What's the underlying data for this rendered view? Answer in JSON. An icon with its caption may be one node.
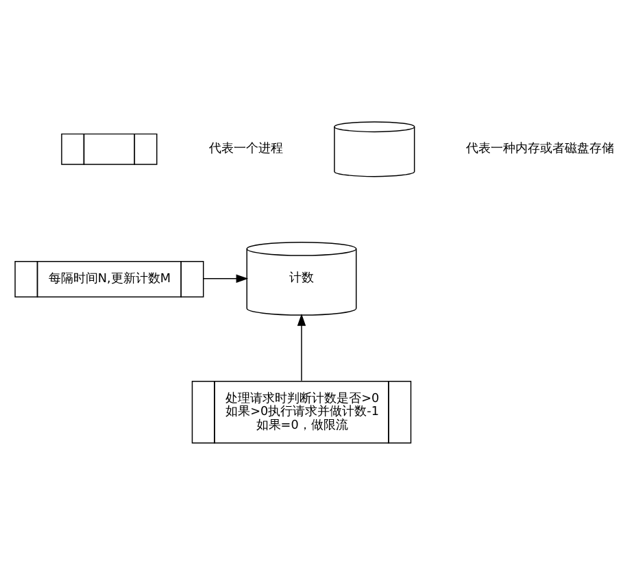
{
  "diagram": {
    "nodes": [
      {
        "text": [],
        "shape": "box"
      },
      {
        "text": [],
        "shape": "cylinder"
      },
      {
        "text": [
          "每隔时间N,更新计数M"
        ]
      },
      {
        "text": [
          "计数"
        ]
      },
      {
        "text": [
          "处理请求时判断计数是否>0如果>0执行请求并做计数-1如果=0，做限流"
        ]
      }
    ],
    "edges": [
      {
        "from": 2,
        "to": 3,
        "arrow": "to"
      },
      {
        "from": 4,
        "to": 3,
        "arrow": "to"
      }
    ],
    "legend": [
      {
        "text": "代表一个进程"
      },
      {
        "text": "代表一种内存或者磁盘存储"
      }
    ]
  }
}
